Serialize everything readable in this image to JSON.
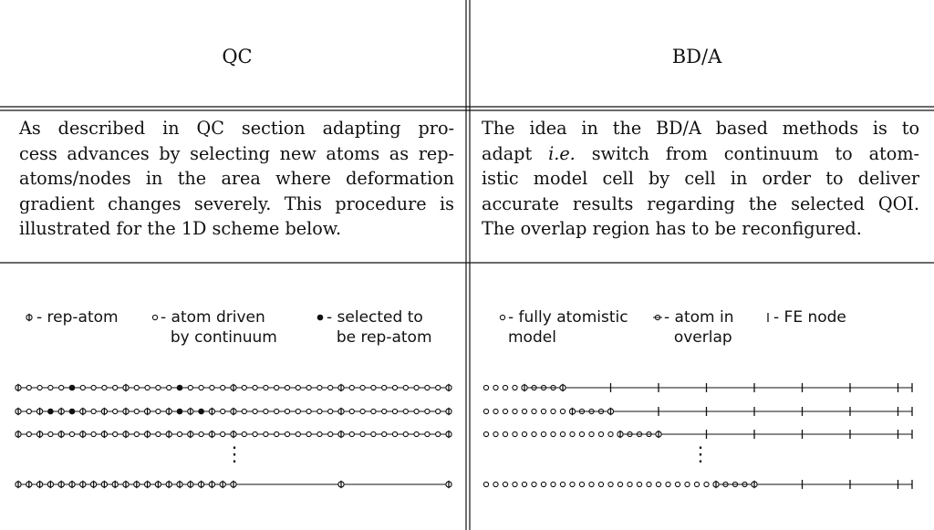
{
  "header": {
    "left": "QC",
    "right": "BD/A"
  },
  "qc_text": [
    "As described in QC section adapting pro-",
    "cess advances by selecting new atoms as rep-",
    "atoms/nodes in the area where deformation",
    "gradient changes severely. This procedure is",
    "illustrated for the 1D scheme below."
  ],
  "bda_text": {
    "l1": "The idea in the BD/A based methods is to",
    "l2a": "adapt ",
    "l2b": "i.e.",
    "l2c": " switch from continuum to atom-",
    "l3": "istic model cell by cell in order to deliver",
    "l4": "accurate results regarding the selected QOI.",
    "l5": "The overlap region has to be reconfigured."
  },
  "qc_legend": {
    "rep_atom": "- rep-atom",
    "atom_driven_1": "- atom driven",
    "atom_driven_2": "by continuum",
    "selected_1": "- selected to",
    "selected_2": "be rep-atom"
  },
  "bda_legend": {
    "fully_1": "- fully atomistic",
    "fully_2": "model",
    "overlap_1": "- atom in",
    "overlap_2": "overlap",
    "fe": "- FE node"
  },
  "vdots": "⋮"
}
